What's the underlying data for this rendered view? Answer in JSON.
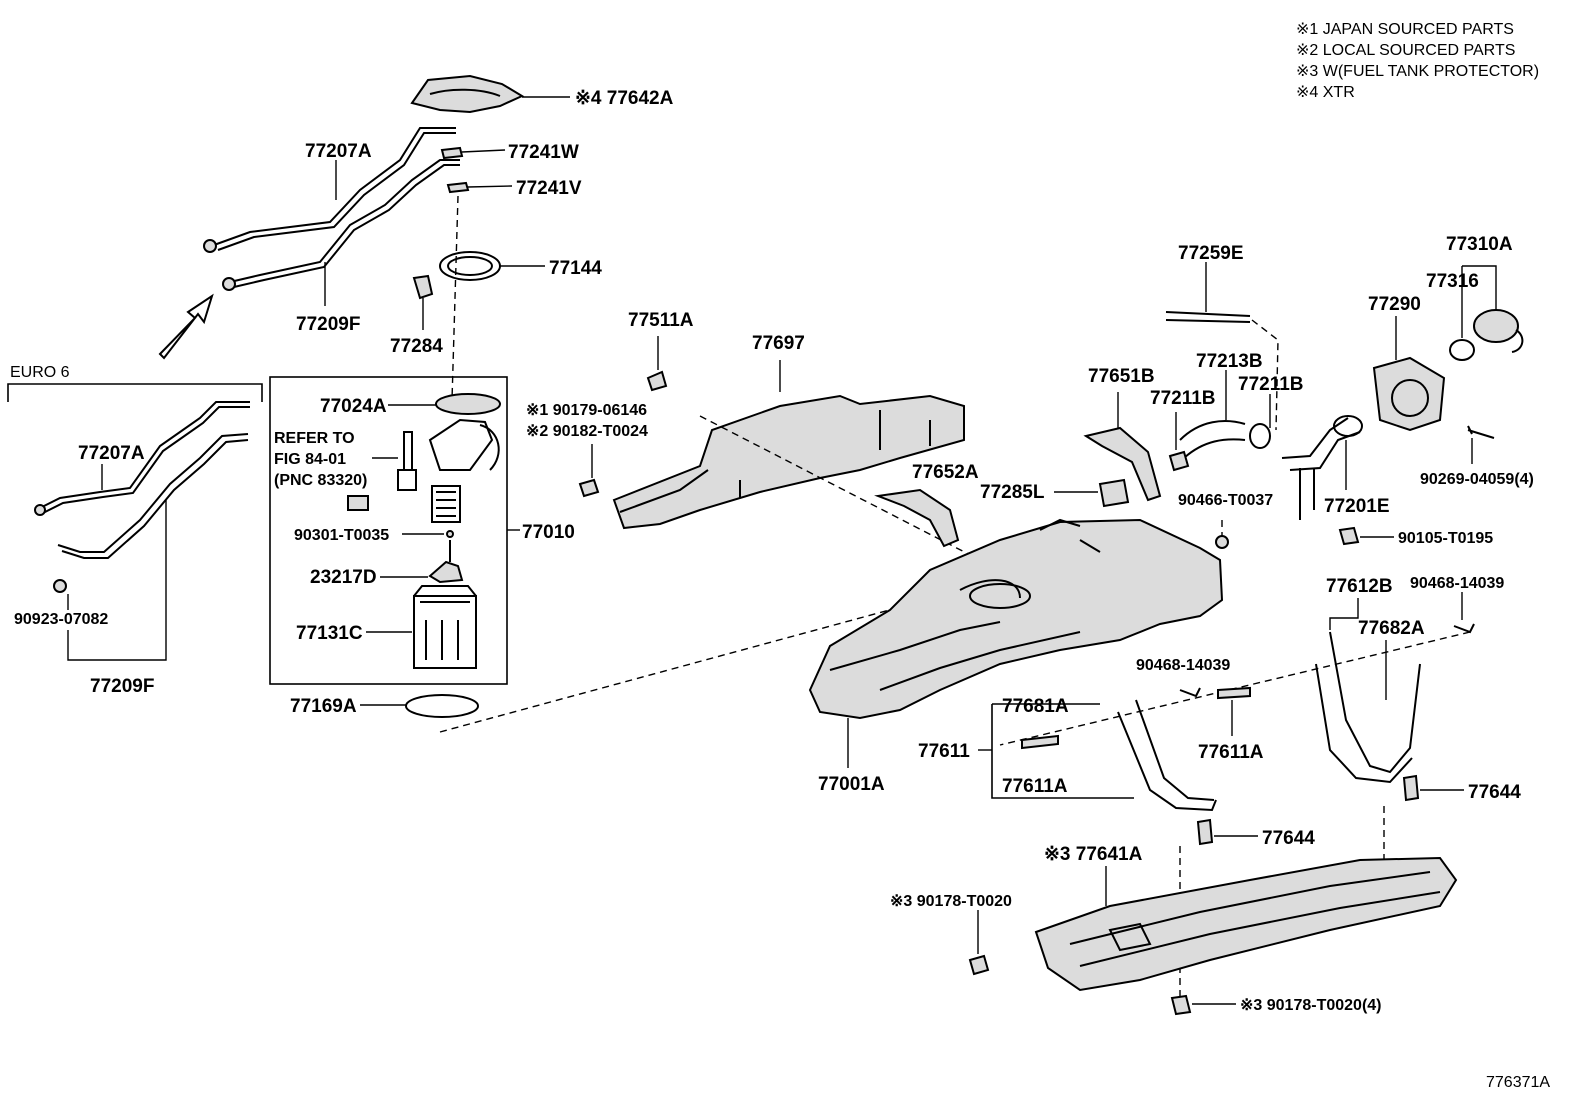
{
  "legend": {
    "note1": "※1 JAPAN SOURCED PARTS",
    "note2": "※2 LOCAL SOURCED PARTS",
    "note3": "※3 W(FUEL TANK PROTECTOR)",
    "note4": "※4 XTR"
  },
  "variant_label": "EURO 6",
  "refer_note": {
    "line1": "REFER TO",
    "line2": "FIG 84-01",
    "line3": "(PNC 83320)"
  },
  "parts": {
    "p77642A": "※4 77642A",
    "p77207A_top": "77207A",
    "p77241W": "77241W",
    "p77241V": "77241V",
    "p77144": "77144",
    "p77209F_top": "77209F",
    "p77284": "77284",
    "p77207A_euro": "77207A",
    "p90923": "90923-07082",
    "p77209F_euro": "77209F",
    "p77024A": "77024A",
    "p90301": "90301-T0035",
    "p23217D": "23217D",
    "p77131C": "77131C",
    "p77010": "77010",
    "p77169A": "77169A",
    "p77511A": "77511A",
    "p77697": "77697",
    "p90179": "※1 90179-06146",
    "p90182": "※2 90182-T0024",
    "p77652A": "77652A",
    "p77651B": "77651B",
    "p77211B_a": "77211B",
    "p77213B": "77213B",
    "p77211B_b": "77211B",
    "p77259E": "77259E",
    "p77285L": "77285L",
    "p90466": "90466-T0037",
    "p77201E": "77201E",
    "p77290": "77290",
    "p77316": "77316",
    "p77310A": "77310A",
    "p90269": "90269-04059(4)",
    "p90105": "90105-T0195",
    "p77612B": "77612B",
    "p90468_a": "90468-14039",
    "p77682A": "77682A",
    "p90468_b": "90468-14039",
    "p77681A": "77681A",
    "p77611": "77611",
    "p77611A_a": "77611A",
    "p77611A_b": "77611A",
    "p77001A": "77001A",
    "p77644_a": "77644",
    "p77644_b": "77644",
    "p77641A": "※3 77641A",
    "p90178_a": "※3 90178-T0020",
    "p90178_b": "※3 90178-T0020(4)"
  },
  "figure_id": "776371A"
}
